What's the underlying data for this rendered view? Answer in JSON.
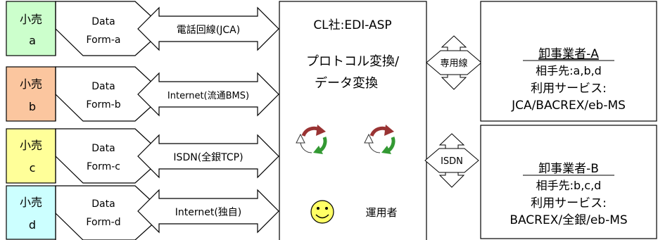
{
  "retailers": [
    {
      "line1": "小売",
      "line2": "a",
      "color": "#ccffcc",
      "form1": "Data",
      "form2": "Form-a",
      "link": "電話回線(JCA)"
    },
    {
      "line1": "小売",
      "line2": "b",
      "color": "#fbc69f",
      "form1": "Data",
      "form2": "Form-b",
      "link": "Internet(流通BMS)"
    },
    {
      "line1": "小売",
      "line2": "c",
      "color": "#ffff99",
      "form1": "Data",
      "form2": "Form-c",
      "link": "ISDN(全銀TCP)"
    },
    {
      "line1": "小売",
      "line2": "d",
      "color": "#ccffff",
      "form1": "Data",
      "form2": "Form-d",
      "link": "Internet(独自)"
    }
  ],
  "center": {
    "title": "CL社:EDI-ASP",
    "line1": "プロトコル変換/",
    "line2": "データ変換",
    "operator": "運用者"
  },
  "links_right": {
    "top": "専用線",
    "bottom": "ISDN"
  },
  "wholesalers": [
    {
      "name": "卸事業者-A",
      "partners": "相手先:a,b,d",
      "service_label": "利用サービス:",
      "services": "JCA/BACREX/eb-MS"
    },
    {
      "name": "卸事業者-B",
      "partners": "相手先:b,c,d",
      "service_label": "利用サービス:",
      "services": "BACREX/全銀/eb-MS"
    }
  ],
  "colors": {
    "arrow_red": "#993333",
    "arrow_green": "#339933",
    "smiley": "#ffff66"
  }
}
